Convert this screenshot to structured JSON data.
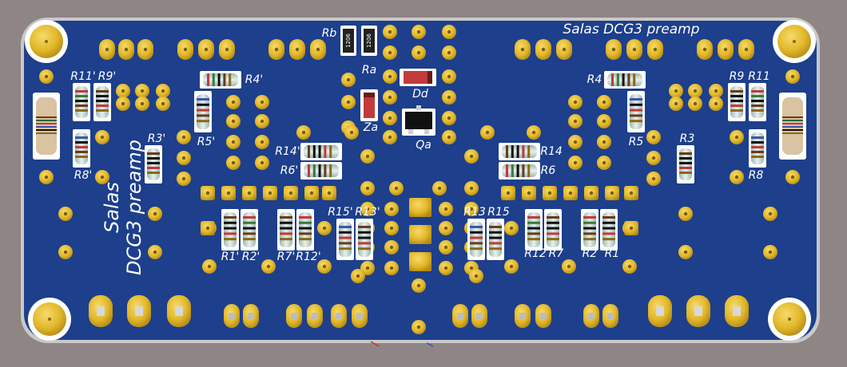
{
  "board": {
    "title_top": "Salas  DCG3  preamp",
    "title_side_line1": "Salas",
    "title_side_line2": "DCG3 preamp",
    "colors": {
      "background": "#8f8584",
      "board_edge": "#c9c9c9",
      "solder_mask": "#1d3f8c",
      "pad_gold": "#e2b82a",
      "silkscreen": "#ffffff"
    }
  },
  "labels": {
    "R11p": "R11'",
    "R9p": "R9'",
    "R8p": "R8'",
    "R3p": "R3'",
    "R4p": "R4'",
    "R5p": "R5'",
    "R14p": "R14'",
    "R6p": "R6'",
    "R15p": "R15'",
    "R13p": "R13'",
    "R1p": "R1'",
    "R2p": "R2'",
    "R7p": "R7'",
    "R12p": "R12'",
    "Rb": "Rb",
    "Ra": "Ra",
    "Za": "Za",
    "Dd": "Dd",
    "Qa": "Qa",
    "R4": "R4",
    "R5": "R5",
    "R3": "R3",
    "R9": "R9",
    "R11": "R11",
    "R8": "R8",
    "R14": "R14",
    "R6": "R6",
    "R13": "R13",
    "R15": "R15",
    "R12": "R12",
    "R7": "R7",
    "R2": "R2",
    "R1": "R1"
  },
  "smd": {
    "size_code": "1206"
  },
  "icons": [
    "mounting-hole-icon",
    "resistor-icon",
    "zener-diode-icon",
    "diode-icon",
    "transistor-icon",
    "terminal-pad-icon"
  ]
}
